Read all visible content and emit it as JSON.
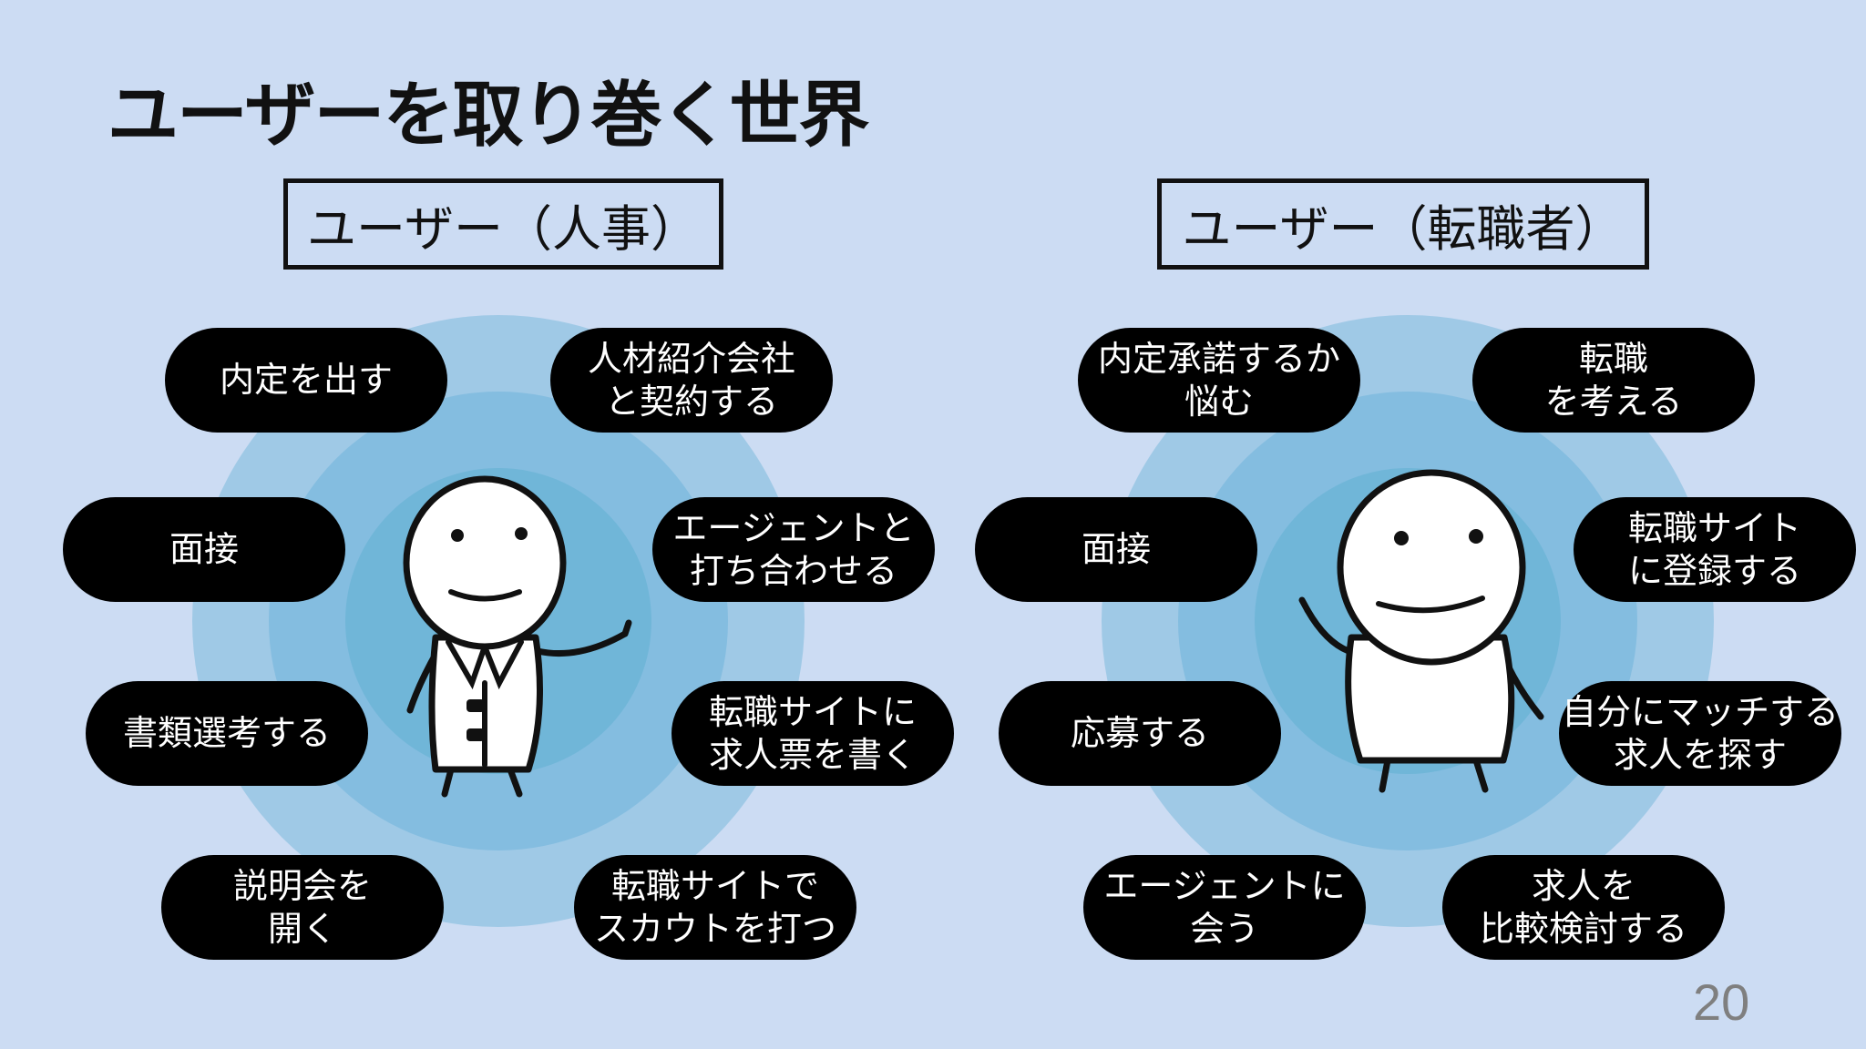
{
  "slide": {
    "title": "ユーザーを取り巻く世界",
    "page_number": "20"
  },
  "left": {
    "header": "ユーザー（人事）",
    "pills": [
      {
        "line1": "内定を出す",
        "line2": ""
      },
      {
        "line1": "人材紹介会社",
        "line2": "と契約する"
      },
      {
        "line1": "面接",
        "line2": ""
      },
      {
        "line1": "エージェントと",
        "line2": "打ち合わせる"
      },
      {
        "line1": "書類選考する",
        "line2": ""
      },
      {
        "line1": "転職サイトに",
        "line2": "求人票を書く"
      },
      {
        "line1": "説明会を",
        "line2": "開く"
      },
      {
        "line1": "転職サイトで",
        "line2": "スカウトを打つ"
      }
    ]
  },
  "right": {
    "header": "ユーザー（転職者）",
    "pills": [
      {
        "line1": "内定承諾するか",
        "line2": "悩む"
      },
      {
        "line1": "転職",
        "line2": "を考える"
      },
      {
        "line1": "面接",
        "line2": ""
      },
      {
        "line1": "転職サイト",
        "line2": "に登録する"
      },
      {
        "line1": "応募する",
        "line2": ""
      },
      {
        "line1": "自分にマッチする",
        "line2": "求人を探す"
      },
      {
        "line1": "エージェントに",
        "line2": "会う"
      },
      {
        "line1": "求人を",
        "line2": "比較検討する"
      }
    ]
  },
  "colors": {
    "background": "#ccdcf3",
    "ring_outer": "#9fc9e6",
    "ring_middle": "#84bde0",
    "ring_inner": "#70b6d8",
    "pill": "#000000"
  }
}
